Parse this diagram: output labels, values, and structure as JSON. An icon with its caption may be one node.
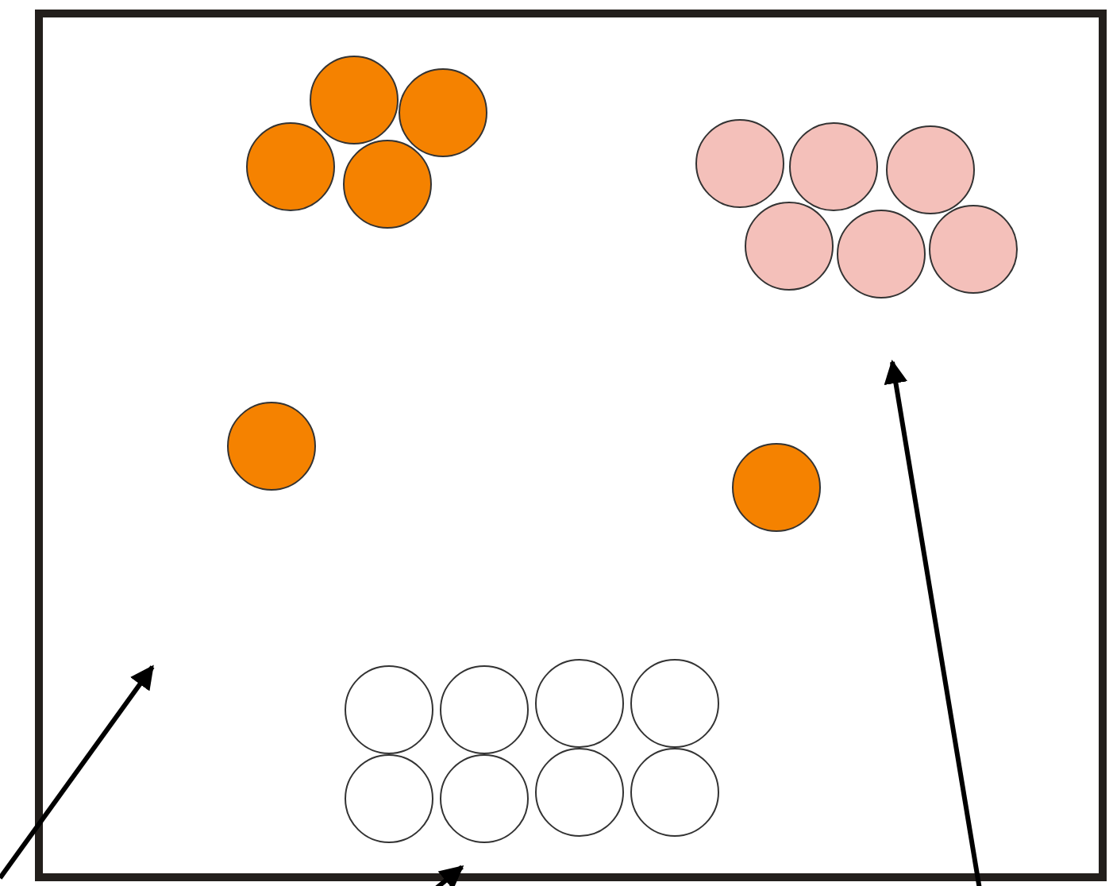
{
  "diagram": {
    "nodes": [
      {
        "text": [],
        "shape": "box"
      },
      {
        "text": [],
        "shape": "circle",
        "in": 0
      },
      {
        "text": [],
        "shape": "circle",
        "in": 0
      },
      {
        "text": [],
        "shape": "circle",
        "in": 0
      },
      {
        "text": [],
        "shape": "circle",
        "in": 0
      },
      {
        "text": [],
        "shape": "circle",
        "in": 0
      },
      {
        "text": [],
        "shape": "circle",
        "in": 0
      },
      {
        "text": [],
        "shape": "circle",
        "in": 0
      },
      {
        "text": [],
        "shape": "circle",
        "in": 0
      },
      {
        "text": [],
        "shape": "circle",
        "in": 0
      },
      {
        "text": [],
        "shape": "circle",
        "in": 0
      },
      {
        "text": [],
        "shape": "circle",
        "in": 0
      },
      {
        "text": [],
        "shape": "circle",
        "in": 0
      },
      {
        "text": [],
        "shape": "circle",
        "in": 0
      },
      {
        "text": [],
        "shape": "circle",
        "in": 0
      },
      {
        "text": [],
        "shape": "circle",
        "in": 0
      },
      {
        "text": [],
        "shape": "circle",
        "in": 0
      },
      {
        "text": [],
        "shape": "circle",
        "in": 0
      },
      {
        "text": [],
        "shape": "circle",
        "in": 0
      },
      {
        "text": [],
        "shape": "circle",
        "in": 0
      },
      {
        "text": [],
        "shape": "circle",
        "in": 0
      }
    ]
  }
}
